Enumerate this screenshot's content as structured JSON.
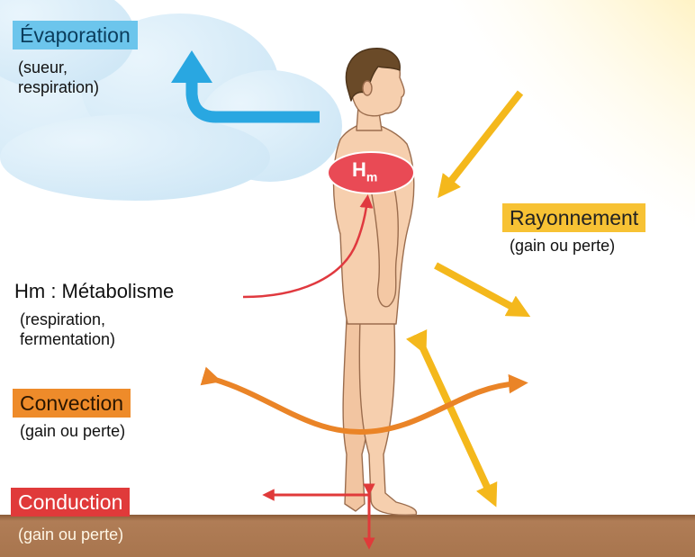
{
  "labels": {
    "evaporation": {
      "title": "Évaporation",
      "sub1": "(sueur,",
      "sub2": "respiration)"
    },
    "rayonnement": {
      "title": "Rayonnement",
      "sub": "(gain ou perte)"
    },
    "metabolisme": {
      "title": "Hm : Métabolisme",
      "sub1": "(respiration,",
      "sub2": "fermentation)"
    },
    "convection": {
      "title": "Convection",
      "sub": "(gain ou perte)"
    },
    "conduction": {
      "title": "Conduction",
      "sub": "(gain ou perte)"
    },
    "hm": {
      "base": "H",
      "subscript": "m"
    }
  },
  "colors": {
    "evaporation": "#6cc5ec",
    "rayonnement": "#f7c234",
    "convection": "#ee8b2a",
    "conduction": "#e03a3a",
    "ground": "#a8754e",
    "skin": "#f6cfae",
    "hair": "#6a4a28",
    "sun": "#ffd23a",
    "cloud": "#d6ecf8"
  }
}
